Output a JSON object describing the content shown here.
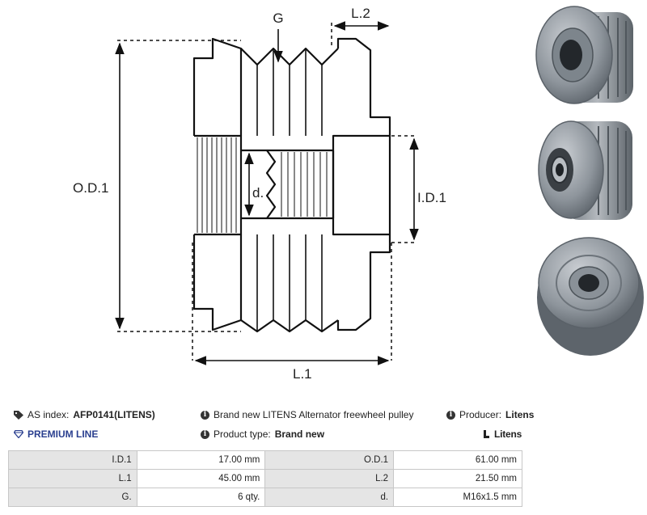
{
  "diagram": {
    "labels": {
      "g": "G",
      "l2": "L.2",
      "od1": "O.D.1",
      "d": "d.",
      "id1": "I.D.1",
      "l1": "L.1"
    }
  },
  "photos": [
    {
      "name": "pulley-front-splined-view"
    },
    {
      "name": "pulley-bearing-side-view"
    },
    {
      "name": "pulley-back-splined-view"
    }
  ],
  "info": {
    "as_index_label": "AS index:",
    "as_index_value": "AFP0141(LITENS)",
    "description": "Brand new LITENS Alternator freewheel pulley",
    "producer_label": "Producer:",
    "producer_value": "Litens",
    "premium_line": "PREMIUM LINE",
    "product_type_label": "Product type:",
    "product_type_value": "Brand new",
    "brand_logo": "Litens"
  },
  "specs": [
    [
      {
        "label": "I.D.1",
        "value": "17.00 mm"
      },
      {
        "label": "O.D.1",
        "value": "61.00 mm"
      }
    ],
    [
      {
        "label": "L.1",
        "value": "45.00 mm"
      },
      {
        "label": "L.2",
        "value": "21.50 mm"
      }
    ],
    [
      {
        "label": "G.",
        "value": "6 qty."
      },
      {
        "label": "d.",
        "value": "M16x1.5 mm"
      }
    ]
  ],
  "colors": {
    "premium": "#2a3f8f",
    "table_label_bg": "#e5e5e5",
    "border": "#c7c7c7"
  }
}
